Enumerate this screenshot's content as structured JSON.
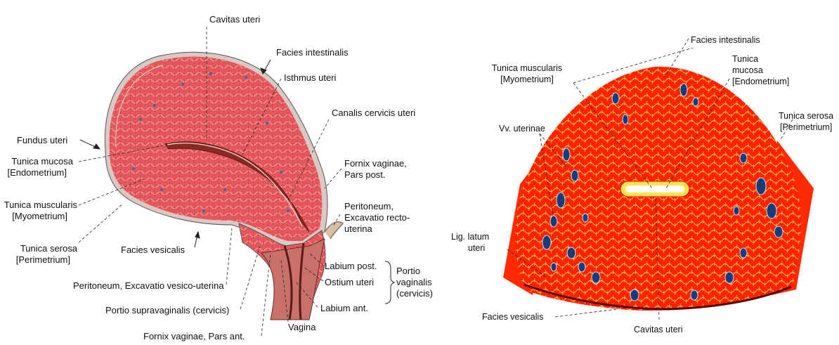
{
  "left_diagram": {
    "labels": {
      "cavitas_uteri": "Cavitas uteri",
      "facies_intestinalis": "Facies intestinalis",
      "isthmus_uteri": "Isthmus uteri",
      "canalis_cervicis": "Canalis cervicis uteri",
      "fundus_uteri": "Fundus uteri",
      "tunica_mucosa": "Tunica mucosa",
      "endometrium": "[Endometrium]",
      "fornix_post_1": "Fornix vaginae,",
      "fornix_post_2": "Pars post.",
      "tunica_muscularis": "Tunica muscularis",
      "myometrium": "[Myometrium]",
      "peritoneum_recto_1": "Peritoneum,",
      "peritoneum_recto_2": "Excavatio recto-",
      "peritoneum_recto_3": "uterina",
      "tunica_serosa": "Tunica serosa",
      "perimetrium": "[Perimetrium]",
      "facies_vesicalis": "Facies vesicalis",
      "labium_post": "Labium post.",
      "portio_1": "Portio",
      "portio_2": "vaginalis",
      "portio_3": "(cervicis)",
      "ostium_uteri": "Ostium uteri",
      "peritoneum_vesico": "Peritoneum, Excavatio vesico-uterina",
      "labium_ant": "Labium ant.",
      "portio_supra": "Portio supravaginalis (cervicis)",
      "vagina": "Vagina",
      "fornix_ant": "Fornix vaginae, Pars ant."
    }
  },
  "right_diagram": {
    "labels": {
      "facies_intestinalis": "Facies intestinalis",
      "tunica_muscularis": "Tunica muscularis",
      "myometrium": "[Myometrium]",
      "tunica_mucosa_1": "Tunica",
      "tunica_mucosa_2": "mucosa",
      "endometrium": "[Endometrium]",
      "vv_uterinae": "Vv. uterinae",
      "tunica_serosa": "Tunica serosa",
      "perimetrium": "[Perimetrium]",
      "lig_latum_1": "Lig. latum",
      "lig_latum_2": "uteri",
      "facies_vesicalis": "Facies vesicalis",
      "cavitas_uteri": "Cavitas uteri"
    }
  },
  "colors": {
    "tissue_left": "#e0525a",
    "tissue_left_light": "#f1a09c",
    "tissue_right": "#ff1e00",
    "veins": "#1a3b7a",
    "yellow_lines": "#ffe04a"
  }
}
